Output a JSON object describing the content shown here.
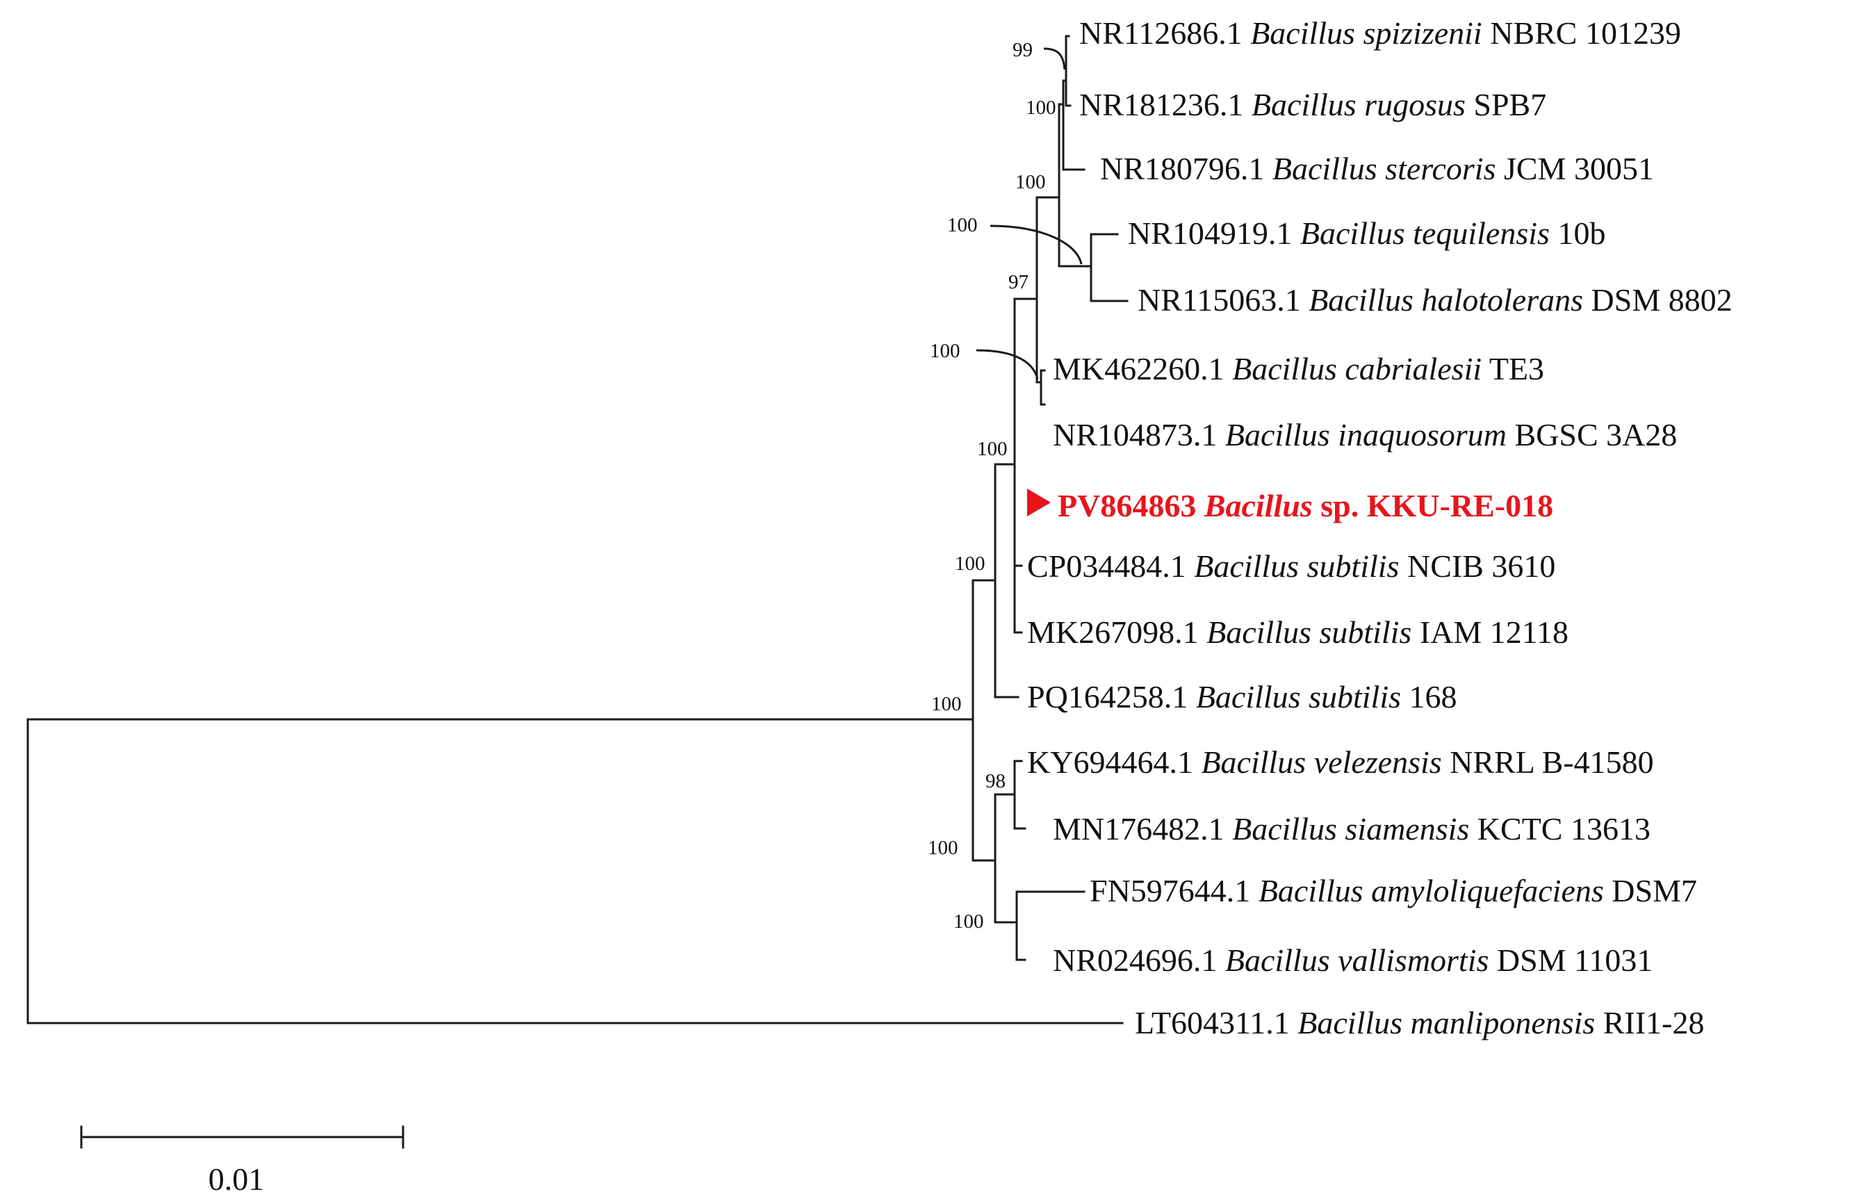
{
  "highlight_color": "#e8141c",
  "scale_bar": {
    "label": "0.01",
    "value": 0.01
  },
  "leaves": [
    {
      "id": "L1",
      "accession": "NR112686.1",
      "genus": "Bacillus",
      "species": "spizizenii",
      "strain": "NBRC 101239"
    },
    {
      "id": "L2",
      "accession": "NR181236.1",
      "genus": "Bacillus",
      "species": "rugosus",
      "strain": "SPB7"
    },
    {
      "id": "L3",
      "accession": "NR180796.1",
      "genus": "Bacillus",
      "species": "stercoris",
      "strain": "JCM 30051"
    },
    {
      "id": "L4",
      "accession": "NR104919.1",
      "genus": "Bacillus",
      "species": "tequilensis",
      "strain": "10b"
    },
    {
      "id": "L5",
      "accession": "NR115063.1",
      "genus": "Bacillus",
      "species": "halotolerans",
      "strain": "DSM 8802"
    },
    {
      "id": "L6",
      "accession": "MK462260.1",
      "genus": "Bacillus",
      "species": "cabrialesii",
      "strain": "TE3"
    },
    {
      "id": "L7",
      "accession": "NR104873.1",
      "genus": "Bacillus",
      "species": "inaquosorum",
      "strain": "BGSC 3A28"
    },
    {
      "id": "L8",
      "accession": "PV864863",
      "genus": "Bacillus",
      "species": "",
      "strain": "sp. KKU-RE-018",
      "highlight": true
    },
    {
      "id": "L9",
      "accession": "CP034484.1",
      "genus": "Bacillus",
      "species": "subtilis",
      "strain": "NCIB 3610"
    },
    {
      "id": "L10",
      "accession": "MK267098.1",
      "genus": "Bacillus",
      "species": "subtilis",
      "strain": "IAM 12118"
    },
    {
      "id": "L11",
      "accession": "PQ164258.1",
      "genus": "Bacillus",
      "species": "subtilis",
      "strain": "168"
    },
    {
      "id": "L12",
      "accession": "KY694464.1",
      "genus": "Bacillus",
      "species": "velezensis",
      "strain": "NRRL B-41580"
    },
    {
      "id": "L13",
      "accession": "MN176482.1",
      "genus": "Bacillus",
      "species": "siamensis",
      "strain": "KCTC 13613"
    },
    {
      "id": "L14",
      "accession": "FN597644.1",
      "genus": "Bacillus",
      "species": "amyloliquefaciens",
      "strain": "DSM7"
    },
    {
      "id": "L15",
      "accession": "NR024696.1",
      "genus": "Bacillus",
      "species": "vallismortis",
      "strain": "DSM 11031"
    },
    {
      "id": "L16",
      "accession": "LT604311.1",
      "genus": "Bacillus",
      "species": "manliponensis",
      "strain": "RII1-28"
    }
  ],
  "bootstrap_values": {
    "spizizenii_rugosus": "99",
    "rugosus_group": "100",
    "stercoris_group": "100",
    "tequilensis_halotolerans": "100",
    "cabrialesii_inaquosorum": "100",
    "spizizenii_complex": "97",
    "subtilis_clade": "100",
    "subtilis_with_168": "100",
    "ingroup": "100",
    "velezensis_siamensis": "98",
    "amyloliquefaciens_group": "100",
    "amyloliquefaciens_vallismortis": "100"
  }
}
